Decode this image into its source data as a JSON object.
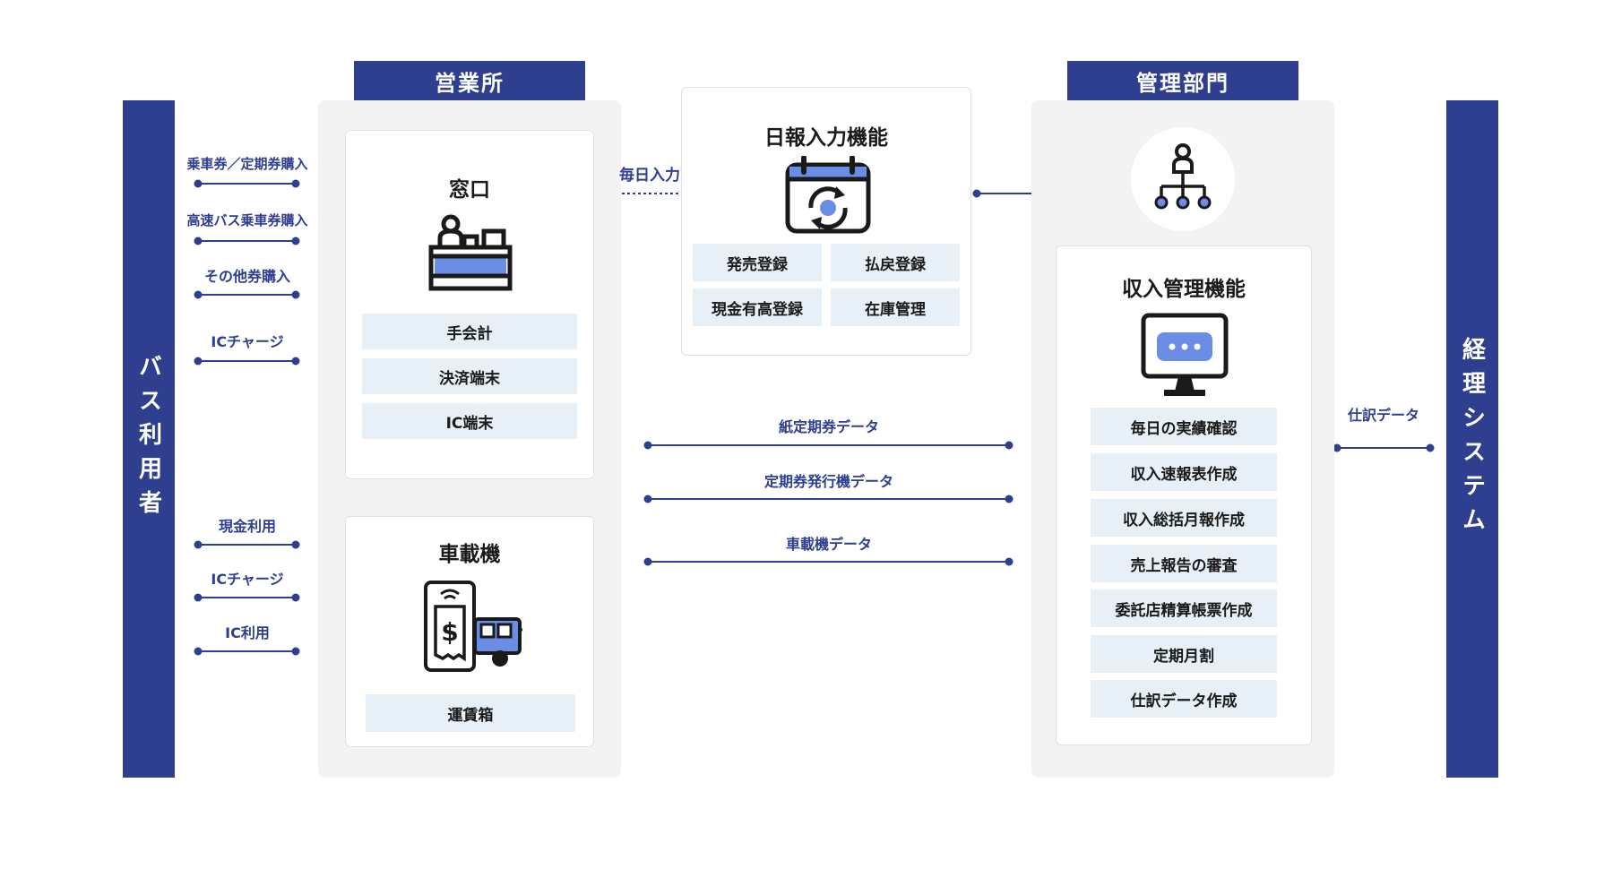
{
  "left_bar": {
    "label": "バス利用者"
  },
  "right_bar": {
    "label": "経理システム"
  },
  "eigyosho": {
    "tab": "営業所",
    "madoguchi": {
      "title": "窓口",
      "items": [
        "手会計",
        "決済端末",
        "IC端末"
      ]
    },
    "shasaiki": {
      "title": "車載機",
      "items": [
        "運賃箱"
      ]
    }
  },
  "user_flows": {
    "top": [
      "乗車券／定期券購入",
      "高速バス乗車券購入",
      "その他券購入",
      "ICチャージ"
    ],
    "bottom": [
      "現金利用",
      "ICチャージ",
      "IC利用"
    ]
  },
  "nippo": {
    "title": "日報入力機能",
    "items": [
      "発売登録",
      "払戻登録",
      "現金有高登録",
      "在庫管理"
    ],
    "input_label": "毎日入力"
  },
  "data_flows": [
    "紙定期券データ",
    "定期券発行機データ",
    "車載機データ"
  ],
  "kanri": {
    "tab": "管理部門",
    "shunyu": {
      "title": "収入管理機能",
      "items": [
        "毎日の実績確認",
        "収入速報表作成",
        "収入総括月報作成",
        "売上報告の審査",
        "委託店精算帳票作成",
        "定期月割",
        "仕訳データ作成"
      ]
    }
  },
  "shiwake_label": "仕訳データ",
  "colors": {
    "primary": "#2e3f8f",
    "accent": "#6b8de6",
    "item_bg": "#e6f0f6",
    "panel_bg": "#f3f3f3"
  }
}
